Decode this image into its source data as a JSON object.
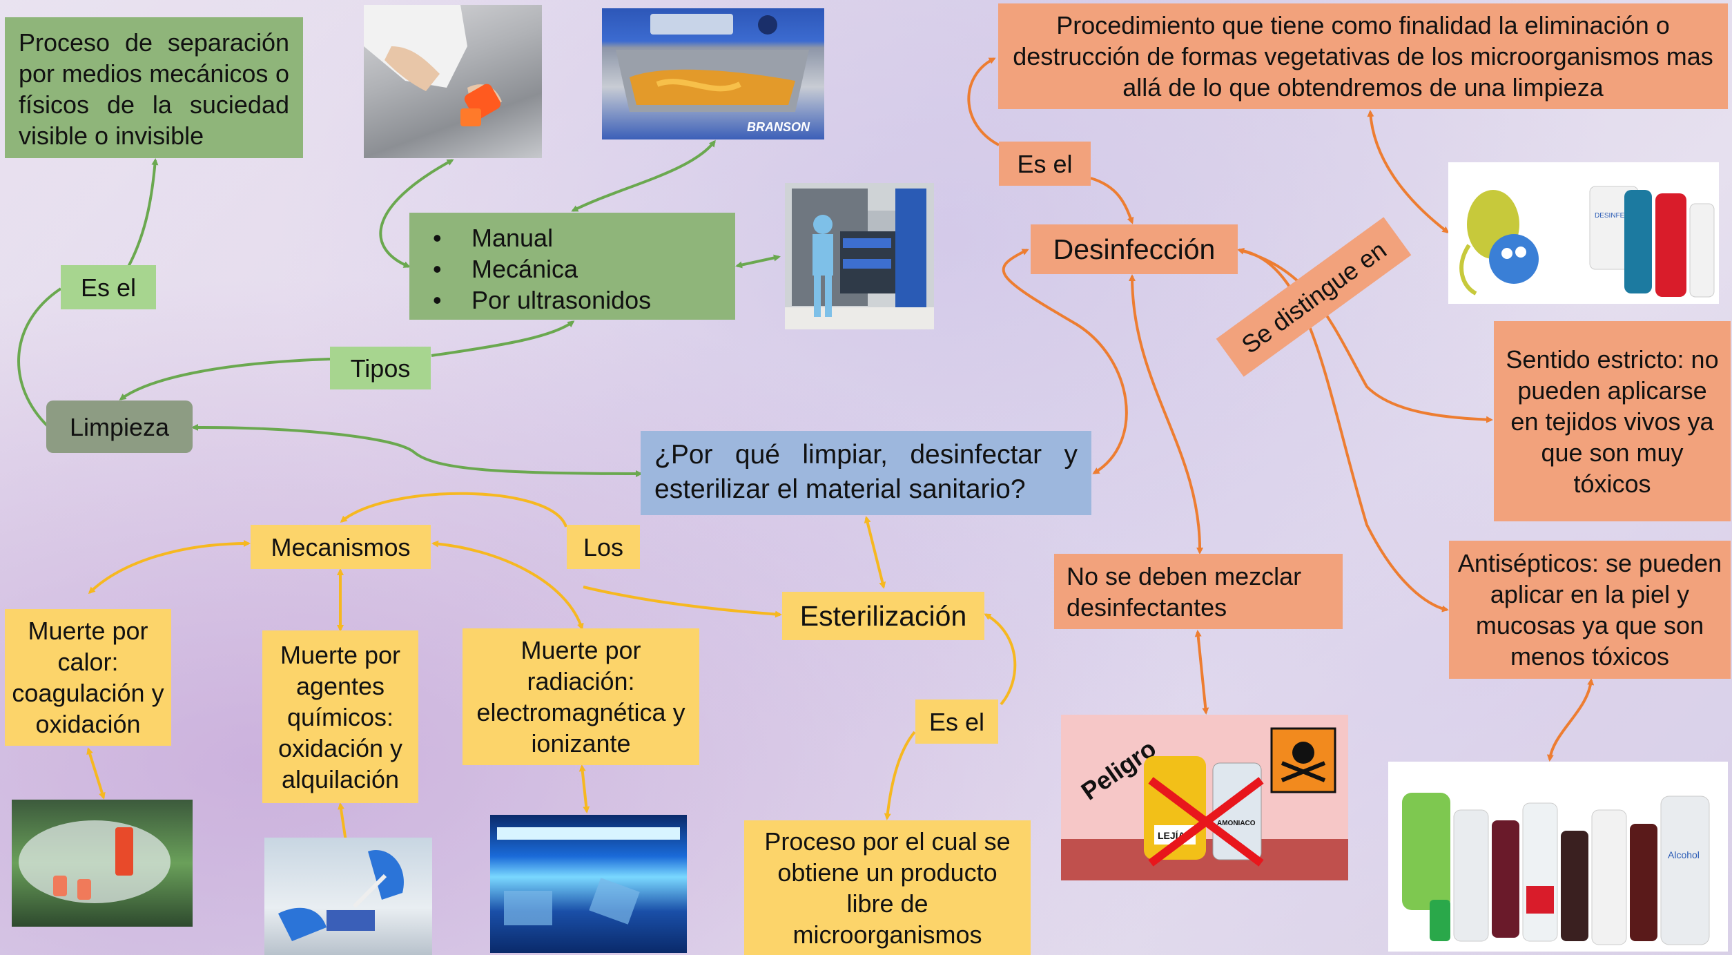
{
  "cleaning": {
    "definition": "Proceso de separación por medios mecánicos o físicos de la suciedad visible o invisible",
    "es_el": "Es el",
    "title": "Limpieza",
    "tipos_label": "Tipos",
    "types": [
      "Manual",
      "Mecánica",
      "Por ultrasonidos"
    ]
  },
  "central_question": "¿Por qué limpiar, desinfectar y esterilizar el material sanitario?",
  "sterilization": {
    "title": "Esterilización",
    "es_el": "Es el",
    "definition": "Proceso por el cual se obtiene un producto libre de microorganismos",
    "los_label": "Los",
    "mechanisms_label": "Mecanismos",
    "mechanisms": [
      "Muerte por calor: coagulación y oxidación",
      "Muerte por agentes químicos: oxidación y alquilación",
      "Muerte por radiación: electromagnética y ionizante"
    ]
  },
  "disinfection": {
    "title": "Desinfección",
    "es_el": "Es el",
    "definition": "Procedimiento que tiene como finalidad la eliminación o destrucción de formas vegetativas de los microorganismos mas allá de lo que obtendremos de una limpieza",
    "distinguish_label": "Se distingue en",
    "strict": "Sentido estricto: no pueden aplicarse en tejidos vivos ya que son muy tóxicos",
    "antiseptics": "Antisépticos: se pueden aplicar en la piel y mucosas ya que son menos tóxicos",
    "warning": "No se deben mezclar desinfectantes"
  },
  "images": {
    "ultrasonic_brand": "BRANSON",
    "danger_text": "Peligro",
    "bleach_label": "LEJÍA",
    "ammonia_label": "AMONIACO",
    "disinfectant_label": "DESINFECT",
    "alcohol_label": "Alcohol"
  },
  "colors": {
    "green_arrow": "#6aa84f",
    "yellow_arrow": "#f6b820",
    "orange_arrow": "#ed7d31"
  }
}
